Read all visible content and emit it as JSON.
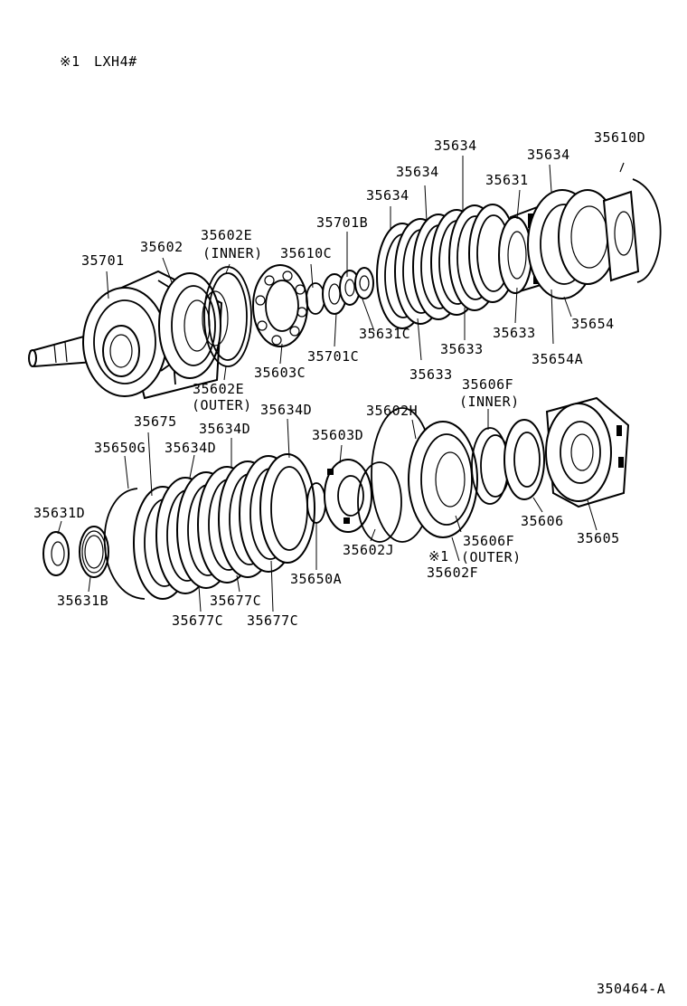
{
  "header": {
    "note_marker": "※1",
    "note_text": "LXH4#"
  },
  "footer": {
    "ref_number": "350464-A"
  },
  "labels": {
    "p35701": "35701",
    "p35602": "35602",
    "p35602e_inner_a": "35602E",
    "p35602e_inner_b": "(INNER)",
    "p35610c": "35610C",
    "p35701b": "35701B",
    "p35634_1": "35634",
    "p35634_2": "35634",
    "p35634_3": "35634",
    "p35634_4": "35634",
    "p35631": "35631",
    "p35610d": "35610D",
    "p35631c": "35631C",
    "p35701c": "35701C",
    "p35603c": "35603C",
    "p35602e_outer_a": "35602E",
    "p35602e_outer_b": "(OUTER)",
    "p35633_1": "35633",
    "p35633_2": "35633",
    "p35633_3": "35633",
    "p35654": "35654",
    "p35654a": "35654A",
    "p35675": "35675",
    "p35634d_1": "35634D",
    "p35634d_2": "35634D",
    "p35634d_3": "35634D",
    "p35650g": "35650G",
    "p35603d": "35603D",
    "p35602h": "35602H",
    "p35606f_inner_a": "35606F",
    "p35606f_inner_b": "(INNER)",
    "p35631d": "35631D",
    "p35631b": "35631B",
    "p35677c_1": "35677C",
    "p35677c_2": "35677C",
    "p35677c_3": "35677C",
    "p35650a": "35650A",
    "p35602j": "35602J",
    "p35606f_outer_a": "35606F",
    "p35606f_outer_b": "(OUTER)",
    "p35602f_marker": "※1",
    "p35602f": "35602F",
    "p35606": "35606",
    "p35605": "35605"
  }
}
